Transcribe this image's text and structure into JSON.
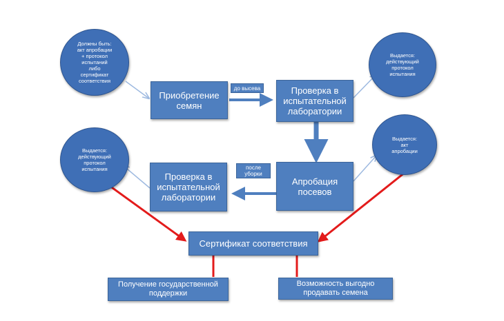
{
  "nodes": {
    "purchase": "Приобретение семян",
    "lab_check_1": "Проверка в испытательной лаборатории",
    "approbation": "Апробация посевов",
    "lab_check_2": "Проверка в испытательной лаборатории",
    "certificate": "Сертификат соответствия",
    "state_support": "Получение государственной поддержки",
    "sell_seeds": "Возможность выгодно продавать семена"
  },
  "notes": {
    "must_have": "Должны быть:\nакт апробации\n+ протокол\nиспытаний\nлибо\nсертификат\nсоответствия",
    "issued_protocol_1": "Выдается:\nдействующий\nпротокол\nиспытания",
    "issued_protocol_2": "Выдается:\nдействующий\nпротокол\nиспытания",
    "issued_act": "Выдается:\nакт\nапробации"
  },
  "edge_labels": {
    "before_sowing": "до высева",
    "after_harvest": "после\nуборки"
  },
  "colors": {
    "box_fill": "#4f7fbf",
    "circle_fill": "#3f6fb6",
    "connector": "#9db9e0",
    "flow_arrow": "#4f7fbf",
    "red_arrow": "#e31b1b"
  }
}
